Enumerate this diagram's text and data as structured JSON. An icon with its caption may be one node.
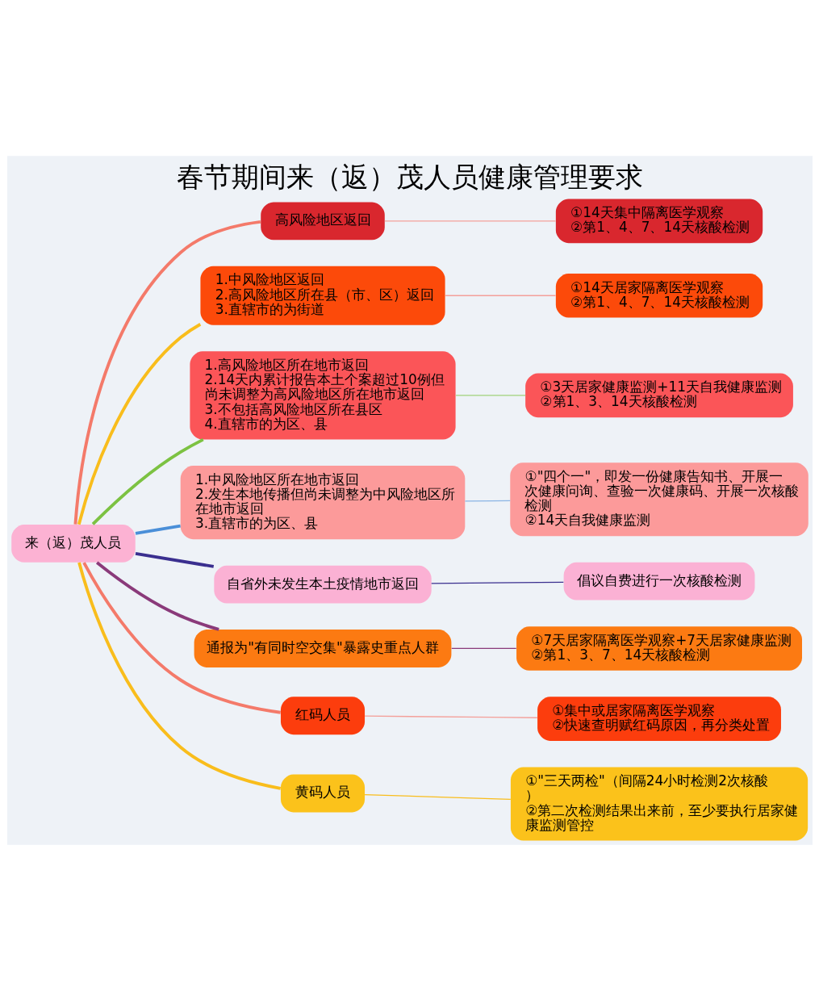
{
  "diagram": {
    "title": "春节期间来（返）茂人员健康管理要求",
    "nodes": [
      {
        "text": [
          "来（返）茂人员"
        ]
      },
      {
        "text": [
          "高风险地区返回"
        ]
      },
      {
        "text": [
          "①14天集中隔离医学观察",
          "②第1、4、7、14天核酸检测"
        ]
      },
      {
        "text": [
          "1.中风险地区返回",
          "2.高风险地区所在县（市、区）返回",
          "3.直辖市的为街道"
        ]
      },
      {
        "text": [
          "①14天居家隔离医学观察",
          "②第1、4、7、14天核酸检测"
        ]
      },
      {
        "text": [
          "1.高风险地区所在地市返回",
          "2.14天内累计报告本土个案超过10例但尚未调整为高风险地区所在地市返回",
          "3.不包括高风险地区所在县区",
          "4.直辖市的为区、县"
        ]
      },
      {
        "text": [
          "①3天居家健康监测+11天自我健康监测",
          "②第1、3、14天核酸检测"
        ]
      },
      {
        "text": [
          "1.中风险地区所在地市返回",
          "2.发生本地传播但尚未调整为中风险地区所在地市返回",
          "3.直辖市的为区、县"
        ]
      },
      {
        "text": [
          "①\"四个一\"，即发一份健康告知书、开展一次健康问询、查验一次健康码、开展一次核酸检测",
          "②14天自我健康监测"
        ]
      },
      {
        "text": [
          "自省外未发生本土疫情地市返回"
        ]
      },
      {
        "text": [
          "倡议自费进行一次核酸检测"
        ]
      },
      {
        "text": [
          "通报为\"有同时空交集\"暴露史重点人群"
        ]
      },
      {
        "text": [
          "①7天居家隔离医学观察+7天居家健康监测",
          "②第1、3、7、14天核酸检测"
        ]
      },
      {
        "text": [
          "红码人员"
        ]
      },
      {
        "text": [
          "①集中或居家隔离医学观察",
          "②快速查明赋红码原因，再分类处置"
        ]
      },
      {
        "text": [
          "黄码人员"
        ]
      },
      {
        "text": [
          "①\"三天两检\"（间隔24小时检测2次核酸）",
          "②第二次检测结果出来前，至少要执行居家健康监测管控"
        ]
      }
    ],
    "edges": [
      {
        "from": 0,
        "to": 1,
        "arrow": "none",
        "style": "thick",
        "color": "#f47a6a"
      },
      {
        "from": 1,
        "to": 2,
        "arrow": "none",
        "color": "#f4a09a"
      },
      {
        "from": 0,
        "to": 3,
        "arrow": "none",
        "style": "thick",
        "color": "#f9bd1c"
      },
      {
        "from": 3,
        "to": 4,
        "arrow": "none",
        "color": "#f4a09a"
      },
      {
        "from": 0,
        "to": 5,
        "arrow": "none",
        "style": "thick",
        "color": "#7cc242"
      },
      {
        "from": 5,
        "to": 6,
        "arrow": "none",
        "color": "#9fd27a"
      },
      {
        "from": 0,
        "to": 7,
        "arrow": "none",
        "style": "thick",
        "color": "#4a8fd8"
      },
      {
        "from": 7,
        "to": 8,
        "arrow": "none",
        "color": "#8ab4e4"
      },
      {
        "from": 0,
        "to": 9,
        "arrow": "none",
        "style": "thick",
        "color": "#3a2f8f"
      },
      {
        "from": 9,
        "to": 10,
        "arrow": "none",
        "color": "#3a2f8f"
      },
      {
        "from": 0,
        "to": 11,
        "arrow": "none",
        "style": "thick",
        "color": "#8a3a7a"
      },
      {
        "from": 11,
        "to": 12,
        "arrow": "none",
        "color": "#8a3a7a"
      },
      {
        "from": 0,
        "to": 13,
        "arrow": "none",
        "style": "thick",
        "color": "#f47a6a"
      },
      {
        "from": 13,
        "to": 14,
        "arrow": "none",
        "color": "#f4a09a"
      },
      {
        "from": 0,
        "to": 15,
        "arrow": "none",
        "style": "thick",
        "color": "#f9bd1c"
      },
      {
        "from": 15,
        "to": 16,
        "arrow": "none",
        "color": "#f9bd1c"
      }
    ]
  }
}
